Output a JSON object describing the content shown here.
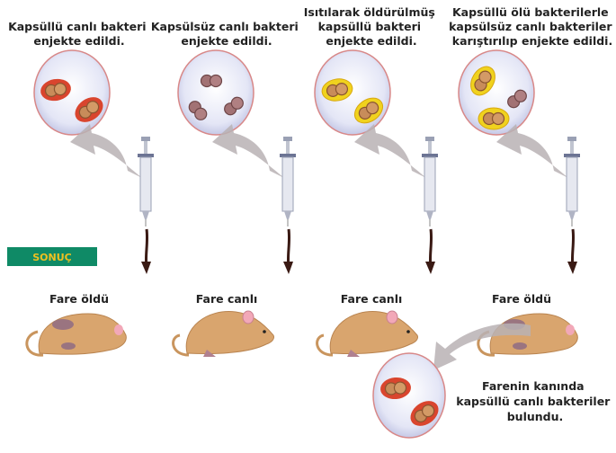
{
  "experiments": [
    {
      "caption": [
        "Kapsüllü canlı bakteri",
        "enjekte edildi."
      ],
      "result": "Fare öldü",
      "syringe_color": "#e9a06c"
    },
    {
      "caption": [
        "Kapsülsüz canlı bakteri",
        "enjekte edildi."
      ],
      "result": "Fare canlı",
      "syringe_color": "#8a5a3e"
    },
    {
      "caption": [
        "Isıtılarak öldürülmüş",
        "kapsüllü bakteri",
        "enjekte edildi."
      ],
      "result": "Fare canlı",
      "syringe_color": "#f2e463"
    },
    {
      "caption": [
        "Kapsüllü ölü bakterilerle",
        "kapsülsüz canlı bakteriler",
        "karıştırılıp enjekte edildi."
      ],
      "result": "Fare öldü",
      "syringe_color": "#f3d48e"
    }
  ],
  "result_banner": "SONUÇ",
  "blood_finding": [
    "Farenin kanında",
    "kapsüllü canlı bakteriler",
    "bulundu."
  ],
  "colors": {
    "banner": "#0f8a66",
    "capsule_live": "#d9452e",
    "capsule_dead": "#f0d21e",
    "bacterium": "#c88c5a",
    "uncapsulated": "#a27274"
  }
}
